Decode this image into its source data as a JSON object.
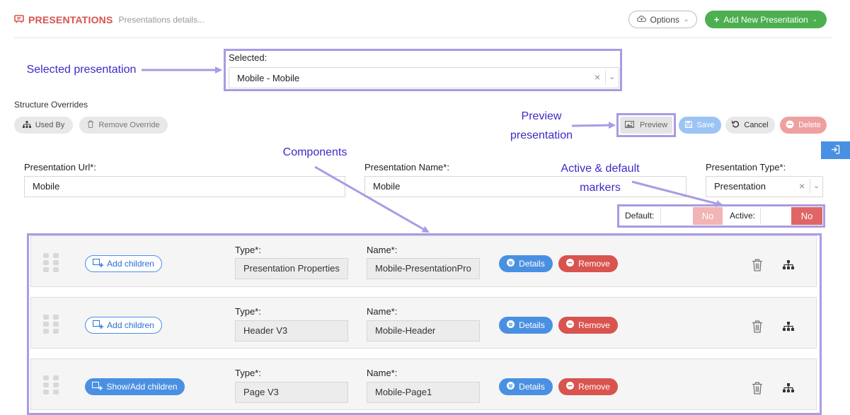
{
  "header": {
    "title": "PRESENTATIONS",
    "subtitle": "Presentations details...",
    "options_label": "Options",
    "add_new_label": "Add New Presentation"
  },
  "selected": {
    "label": "Selected:",
    "value": "Mobile - Mobile"
  },
  "structure": {
    "label": "Structure Overrides",
    "used_by_label": "Used By",
    "remove_override_label": "Remove Override"
  },
  "actions": {
    "preview_label": "Preview",
    "save_label": "Save",
    "cancel_label": "Cancel",
    "delete_label": "Delete"
  },
  "fields": {
    "url_label": "Presentation Url*:",
    "url_value": "Mobile",
    "name_label": "Presentation Name*:",
    "name_value": "Mobile",
    "type_label": "Presentation Type*:",
    "type_value": "Presentation"
  },
  "markers": {
    "default_label": "Default:",
    "default_value": "No",
    "active_label": "Active:",
    "active_value": "No"
  },
  "components": [
    {
      "children_label": "Add children",
      "type_label": "Type*:",
      "type_value": "Presentation Properties",
      "name_label": "Name*:",
      "name_value": "Mobile-PresentationPro",
      "details_label": "Details",
      "remove_label": "Remove"
    },
    {
      "children_label": "Add children",
      "type_label": "Type*:",
      "type_value": "Header V3",
      "name_label": "Name*:",
      "name_value": "Mobile-Header",
      "details_label": "Details",
      "remove_label": "Remove"
    },
    {
      "children_label": "Show/Add children",
      "type_label": "Type*:",
      "type_value": "Page V3",
      "name_label": "Name*:",
      "name_value": "Mobile-Page1",
      "details_label": "Details",
      "remove_label": "Remove"
    }
  ],
  "annotations": {
    "selected": "Selected presentation",
    "preview_line1": "Preview",
    "preview_line2": "presentation",
    "components": "Components",
    "markers_line1": "Active & default",
    "markers_line2": "markers"
  },
  "colors": {
    "brand_red": "#d9534f",
    "primary_blue": "#4a90e2",
    "success_green": "#4caf50",
    "annotation_purple": "#a99be4",
    "annotation_text": "#3b2bc7"
  }
}
